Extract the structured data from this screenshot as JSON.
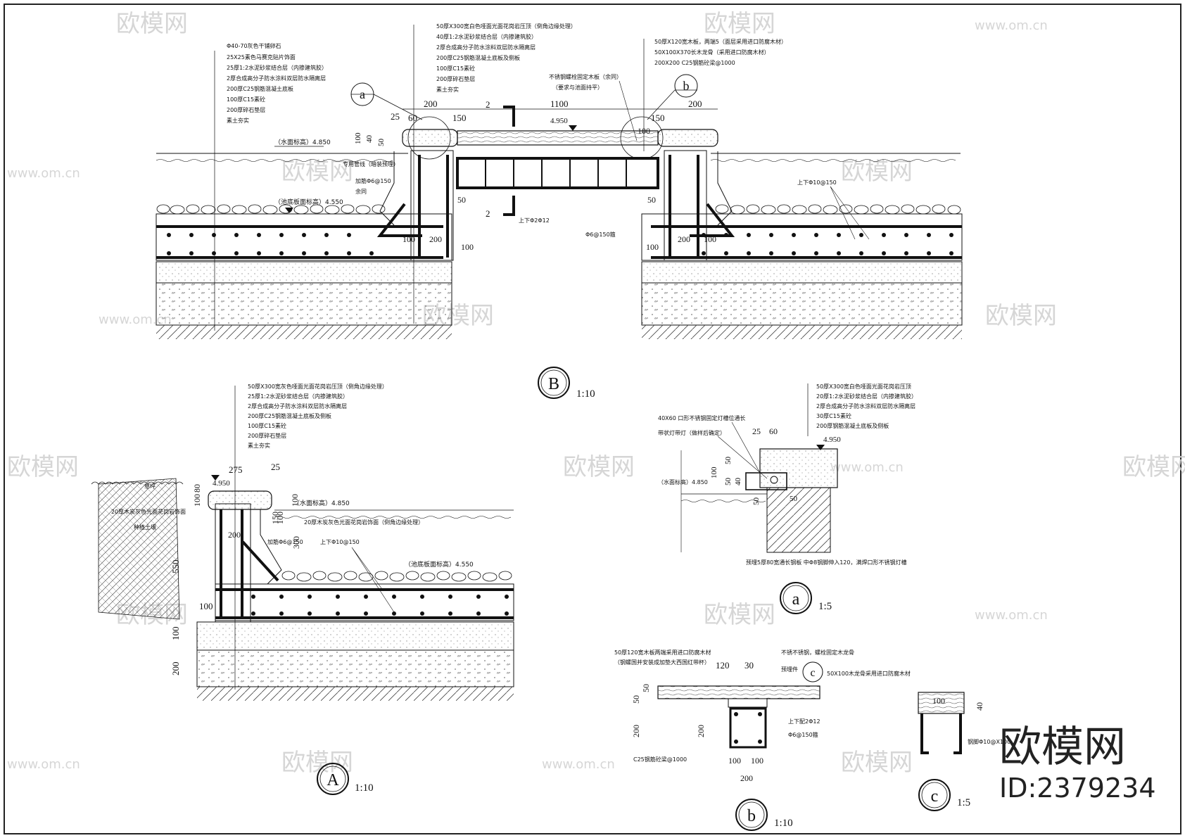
{
  "detail_B": {
    "label": "B",
    "scale": "1:10",
    "notes_left": [
      "Φ40-70灰色干铺卵石",
      "25X25素色马赛克贴片饰面",
      "25厚1:2水泥砂浆结合层（内掺建筑胶）",
      "2厚合成高分子防水涂料双层防水隔离层",
      "200厚C25钢筋混凝土底板",
      "100厚C15素砼",
      "200厚碎石垫层",
      "素土夯实"
    ],
    "notes_mid": [
      "50厚X300宽白色哑面光面花岗岩压顶（倒角边缘处理）",
      "40厚1:2水泥砂浆结合层（内掺建筑胶）",
      "2厚合成高分子防水涂料双层防水隔离层",
      "200厚C25钢筋混凝土底板及侧板",
      "100厚C15素砼",
      "200厚碎石垫层",
      "素土夯实"
    ],
    "notes_right": [
      "50厚X120宽木板，两端5（面层采用进口防腐木材）",
      "50X100X370长木龙骨（采用进口防腐木材）",
      "200X200 C25钢筋砼梁@1000"
    ],
    "note_steel": [
      "不锈钢螺栓固定木板（余同）",
      "（要求与池面持平）"
    ],
    "water_level": "（水面标高）4.850",
    "bottom_level": "（池底板面标高）4.550",
    "top_level": "4.950",
    "dims": [
      "200",
      "1100",
      "200",
      "25",
      "60",
      "150",
      "150",
      "100",
      "100",
      "50",
      "40",
      "50",
      "50",
      "100",
      "200",
      "100",
      "100",
      "200",
      "100",
      "2",
      "2"
    ],
    "labels": [
      "专用管线（暗装预埋）",
      "加筋Φ6@150",
      "余同",
      "上下Φ2Φ12",
      "Φ6@150箍",
      "上下Φ10@150"
    ],
    "callout_a": "a",
    "callout_b": "b"
  },
  "detail_A": {
    "label": "A",
    "scale": "1:10",
    "notes": [
      "50厚X300宽灰色哑面光面花岗岩压顶（倒角边缘处理）",
      "25厚1:2水泥砂浆结合层（内掺建筑胶）",
      "2厚合成高分子防水涂料双层防水隔离层",
      "200厚C25钢筋混凝土底板及侧板",
      "100厚C15素砼",
      "200厚碎石垫层",
      "素土夯实"
    ],
    "grass": "草坪",
    "planting": "20厚木炭灰色光面花岗岩饰面",
    "soil": "种植土壤",
    "water_level": "（水面标高）4.850",
    "bottom_level": "（池底板面标高）4.550",
    "top_level": "4.950",
    "dims": [
      "275",
      "25",
      "100",
      "80",
      "100",
      "150",
      "100",
      "300",
      "200",
      "550",
      "100",
      "100",
      "200"
    ],
    "labels": [
      "20厚木炭灰色光面花岗岩饰面（倒角边缘处理）",
      "加筋Φ6@150",
      "上下Φ10@150"
    ]
  },
  "detail_a": {
    "label": "a",
    "scale": "1:5",
    "notes": [
      "50厚X300宽白色哑面光面花岗岩压顶",
      "20厚1:2水泥砂浆结合层（内掺建筑胶）",
      "2厚合成高分子防水涂料双层防水隔离层",
      "30厚C15素砼",
      "200厚钢筋混凝土底板及侧板"
    ],
    "left_notes": [
      "40X60 口形不锈钢固定灯槽位通长",
      "带状灯带灯（做样后确定）"
    ],
    "water_level": "（水面标高）4.850",
    "top_level": "4.950",
    "dims": [
      "25",
      "60",
      "50",
      "100",
      "50",
      "40",
      "50",
      "50"
    ],
    "bottom_note": "预埋5厚80宽通长钢板 中Φ8钢脚伸入120，满焊口形不锈钢灯槽"
  },
  "detail_b": {
    "label": "b",
    "scale": "1:10",
    "notes": [
      "50厚120宽木板两端采用进口防腐木材",
      "（钢螺国并安装成加垫大西国红带杯）"
    ],
    "right_notes": [
      "不锈不锈钢，螺栓固定木龙骨",
      "预埋件",
      "50X100木龙骨采用进口防腐木材",
      "上下配2Φ12",
      "Φ6@150箍"
    ],
    "callout": "c",
    "beam": "C25钢筋砼梁@1000",
    "dims": [
      "120",
      "30",
      "50",
      "50",
      "200",
      "200",
      "100",
      "100",
      "200"
    ]
  },
  "detail_c": {
    "label": "c",
    "scale": "1:5",
    "dims": [
      "100",
      "40"
    ],
    "note": "钢脚Φ10@X100"
  },
  "brand": {
    "logo": "欧模网",
    "id": "ID:2379234",
    "watermark": "欧模网",
    "site": "www.om.cn"
  }
}
